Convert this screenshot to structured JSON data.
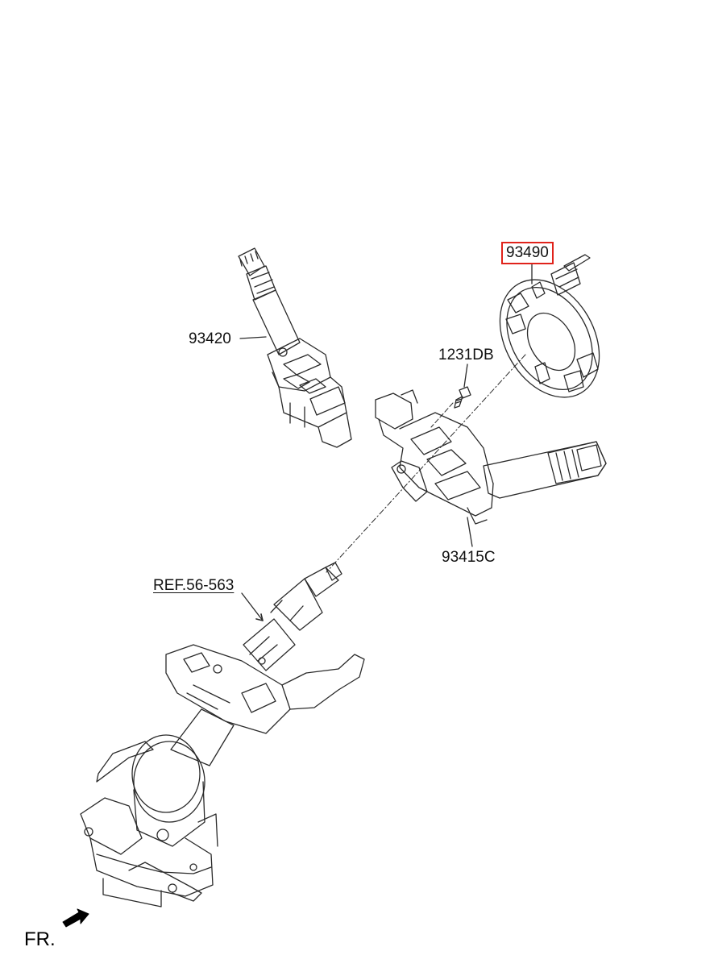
{
  "labels": {
    "switch_left": "93420",
    "clock_spring": "93490",
    "screw": "1231DB",
    "switch_body": "93415C",
    "reference": "REF.56-563",
    "front_indicator": "FR."
  },
  "highlight_color": "#e0231b",
  "line_color": "#2a2a2a"
}
